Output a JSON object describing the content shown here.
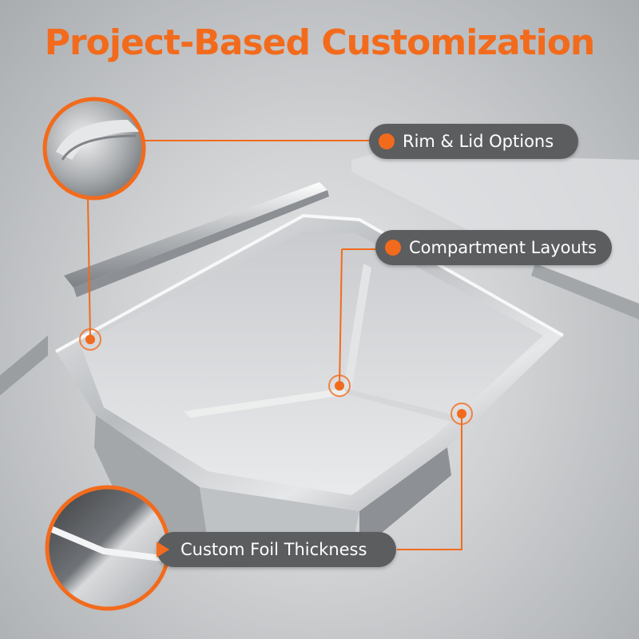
{
  "title": "Project-Based Customization",
  "accent_color": "#f26b1d",
  "callouts": {
    "rim": {
      "label": "Rim & Lid Options"
    },
    "compartment": {
      "label": "Compartment Layouts"
    },
    "foil": {
      "label": "Custom Foil Thickness"
    }
  }
}
